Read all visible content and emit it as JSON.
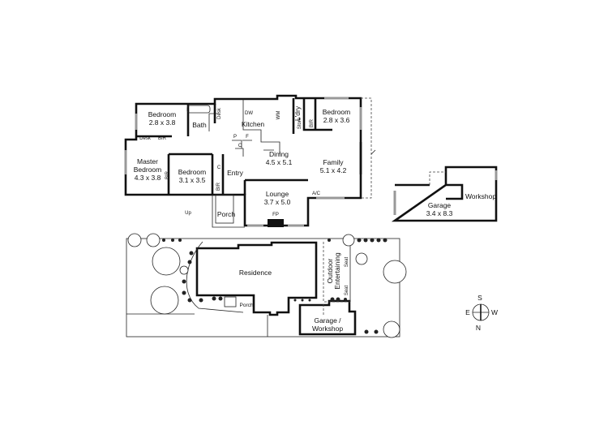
{
  "floor_plan": {
    "rooms": [
      {
        "name": "Bedroom",
        "size": "2.8 x 3.8"
      },
      {
        "name": "Bath"
      },
      {
        "name": "Kitchen"
      },
      {
        "name": "L'dry"
      },
      {
        "name": "Bedroom",
        "size": "2.8 x 3.6"
      },
      {
        "name": "Master Bedroom",
        "size": "4.3 x 3.8"
      },
      {
        "name": "Bedroom",
        "size": "3.1 x 3.5"
      },
      {
        "name": "Entry"
      },
      {
        "name": "Dining",
        "size": "4.5 x 5.1"
      },
      {
        "name": "Family",
        "size": "5.1 x 4.2"
      },
      {
        "name": "Lounge",
        "size": "3.7 x 5.0"
      },
      {
        "name": "Porch"
      }
    ],
    "fixtures": [
      "Desk",
      "BIR",
      "Desk",
      "DW",
      "WM",
      "Store",
      "BIR",
      "P",
      "F",
      "C",
      "C",
      "BIR",
      "BIR",
      "A/C",
      "FP",
      "Up"
    ],
    "master_bedroom_line1": "Master",
    "master_bedroom_line2": "Bedroom"
  },
  "garage_plan": {
    "garage": {
      "name": "Garage",
      "size": "3.4 x 8.3"
    },
    "workshop": "Workshop"
  },
  "site_plan": {
    "residence": "Residence",
    "porch": "Porch",
    "outdoor_line1": "Outdoor",
    "outdoor_line2": "Entertaining",
    "seat": "Seat",
    "garage_line1": "Garage /",
    "garage_line2": "Workshop"
  },
  "compass": {
    "s": "S",
    "e": "E",
    "w": "W",
    "n": "N"
  }
}
